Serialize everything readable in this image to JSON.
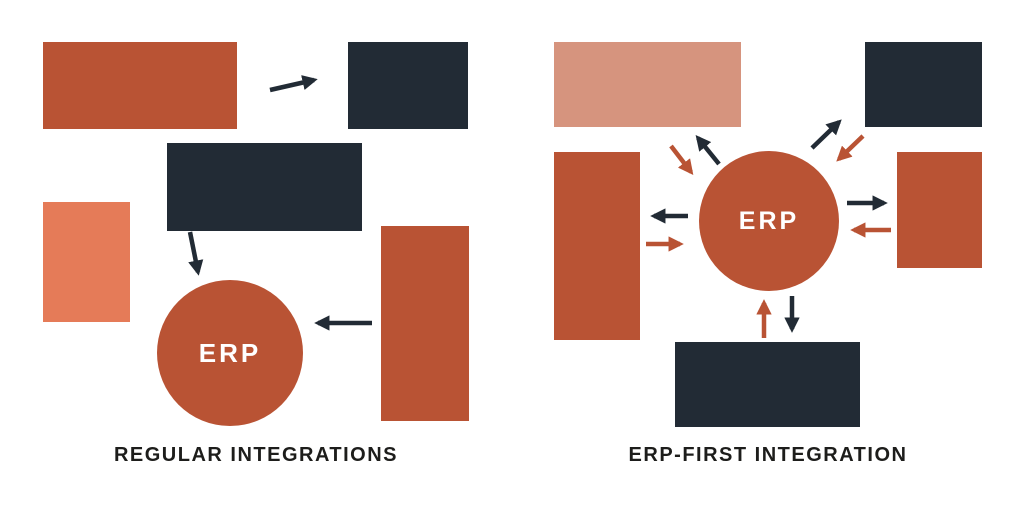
{
  "colors": {
    "rust": "#b95334",
    "salmon": "#e57b58",
    "pink": "#d6947e",
    "navy": "#222b35",
    "caption_text": "#1d1d1b",
    "erp_text": "#ffffff",
    "background": "#ffffff"
  },
  "left_diagram": {
    "caption": "REGULAR INTEGRATIONS",
    "erp_label": "ERP",
    "blocks": [
      {
        "name": "system-block-rust-large",
        "color": "rust"
      },
      {
        "name": "system-block-navy-top",
        "color": "navy"
      },
      {
        "name": "system-block-navy-middle",
        "color": "navy"
      },
      {
        "name": "system-block-salmon",
        "color": "salmon"
      },
      {
        "name": "system-block-rust-vertical",
        "color": "rust"
      }
    ]
  },
  "right_diagram": {
    "caption": "ERP-FIRST INTEGRATION",
    "erp_label": "ERP",
    "blocks": [
      {
        "name": "system-block-pink",
        "color": "pink"
      },
      {
        "name": "system-block-navy-top",
        "color": "navy"
      },
      {
        "name": "system-block-rust-left",
        "color": "rust"
      },
      {
        "name": "system-block-rust-right",
        "color": "rust"
      },
      {
        "name": "system-block-navy-bottom",
        "color": "navy"
      }
    ]
  }
}
